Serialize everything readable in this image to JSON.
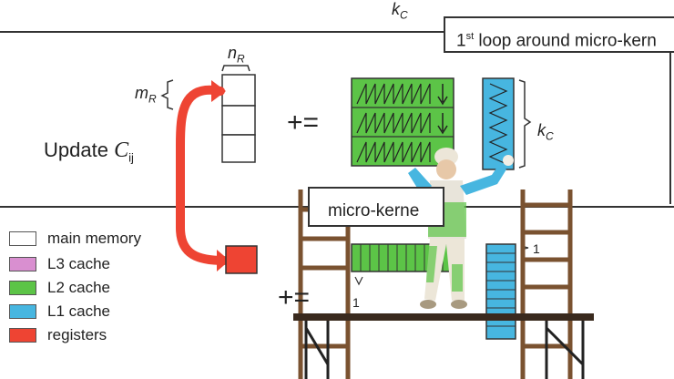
{
  "diagram": {
    "kc_top": "k",
    "kc_top_sub": "C",
    "loop_sup": "1",
    "loop_sup_suffix": "st",
    "loop_label": " loop around micro-kern",
    "micro_kernel_label": "micro-kerne",
    "update_text": "Update ",
    "update_var": "C",
    "update_sub": "ij",
    "mr_label": "m",
    "mr_sub": "R",
    "nr_label": "n",
    "nr_sub": "R",
    "kc_right": "k",
    "kc_right_sub": "C",
    "plus_equals": "+=",
    "plus_equals_2": "+=",
    "one_lower": "1",
    "one_right": "1"
  },
  "legend": [
    {
      "label": "main memory",
      "color": "#ffffff"
    },
    {
      "label": "L3 cache",
      "color": "#d98fd0"
    },
    {
      "label": "L2 cache",
      "color": "#5cc447"
    },
    {
      "label": "L1 cache",
      "color": "#47b6e0"
    },
    {
      "label": "registers",
      "color": "#ee4433"
    }
  ],
  "colors": {
    "l2_green": "#5cc447",
    "l1_blue": "#47b6e0",
    "register_red": "#ee4433",
    "ladder_brown": "#7a5230"
  }
}
